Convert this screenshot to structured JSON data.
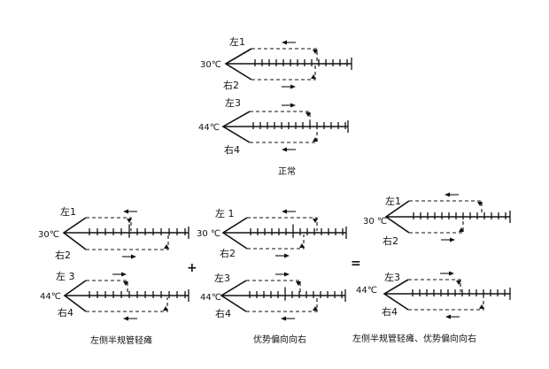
{
  "labels": {
    "left1": "左1",
    "right2": "右2",
    "left3": "左3",
    "right4": "右4",
    "left3_spaced": "左 3",
    "left1_spaced": "左 1",
    "temp30": "30℃",
    "temp44": "44℃",
    "temp30_spaced": "30 ℃",
    "temp44_spaced": "44 ℃"
  },
  "operators": {
    "plus": "+",
    "equals": "="
  },
  "captions": {
    "normal": "正常",
    "left_canal_paresis": "左侧半规管轻瘫",
    "directional_preponderance_right": "优势偏向向右",
    "combined": "左侧半规管轻瘫、优势偏向向右"
  }
}
